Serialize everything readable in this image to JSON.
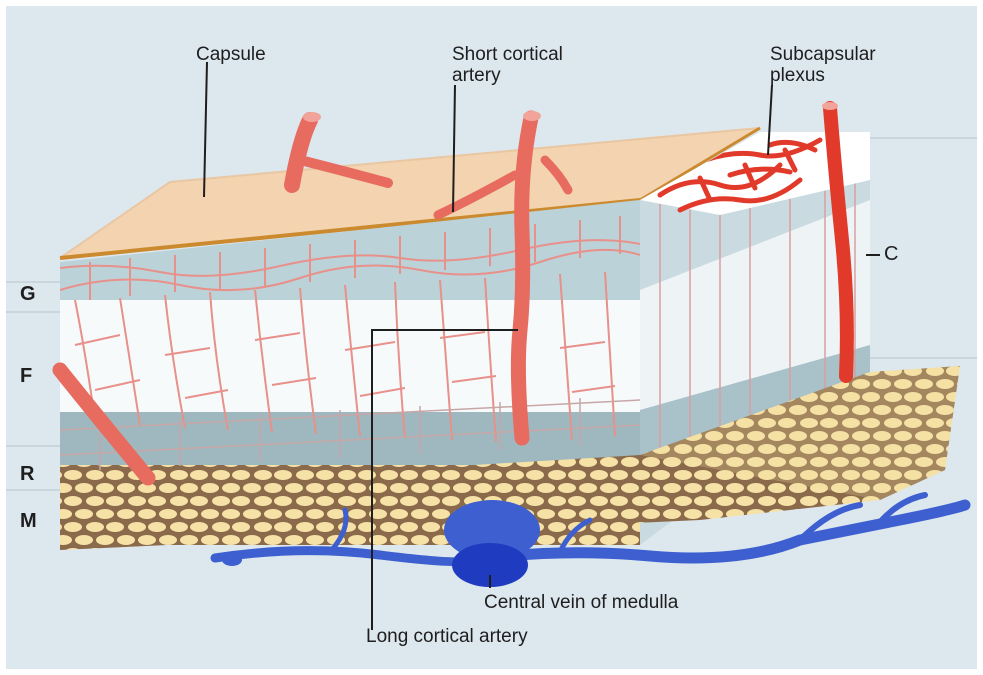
{
  "labels": {
    "capsule": "Capsule",
    "short_cortical_artery": [
      "Short cortical",
      "artery"
    ],
    "subcapsular_plexus": [
      "Subcapsular",
      "plexus"
    ],
    "zone_c": "C",
    "zone_g": "G",
    "zone_f": "F",
    "zone_r": "R",
    "zone_m": "M",
    "central_vein": "Central vein of medulla",
    "long_cortical_artery": "Long cortical artery"
  },
  "colors": {
    "background": "#dce7ee",
    "capsule": "#f3d3b0",
    "artery": "#e86b5f",
    "capillary": "#e8908a",
    "glomerulosa": "#bcd2d9",
    "fasciculata": "#f7fafb",
    "reticularis": "#9fb8bf",
    "medulla": "#f5dea0",
    "vein": "#3d5fd0"
  }
}
